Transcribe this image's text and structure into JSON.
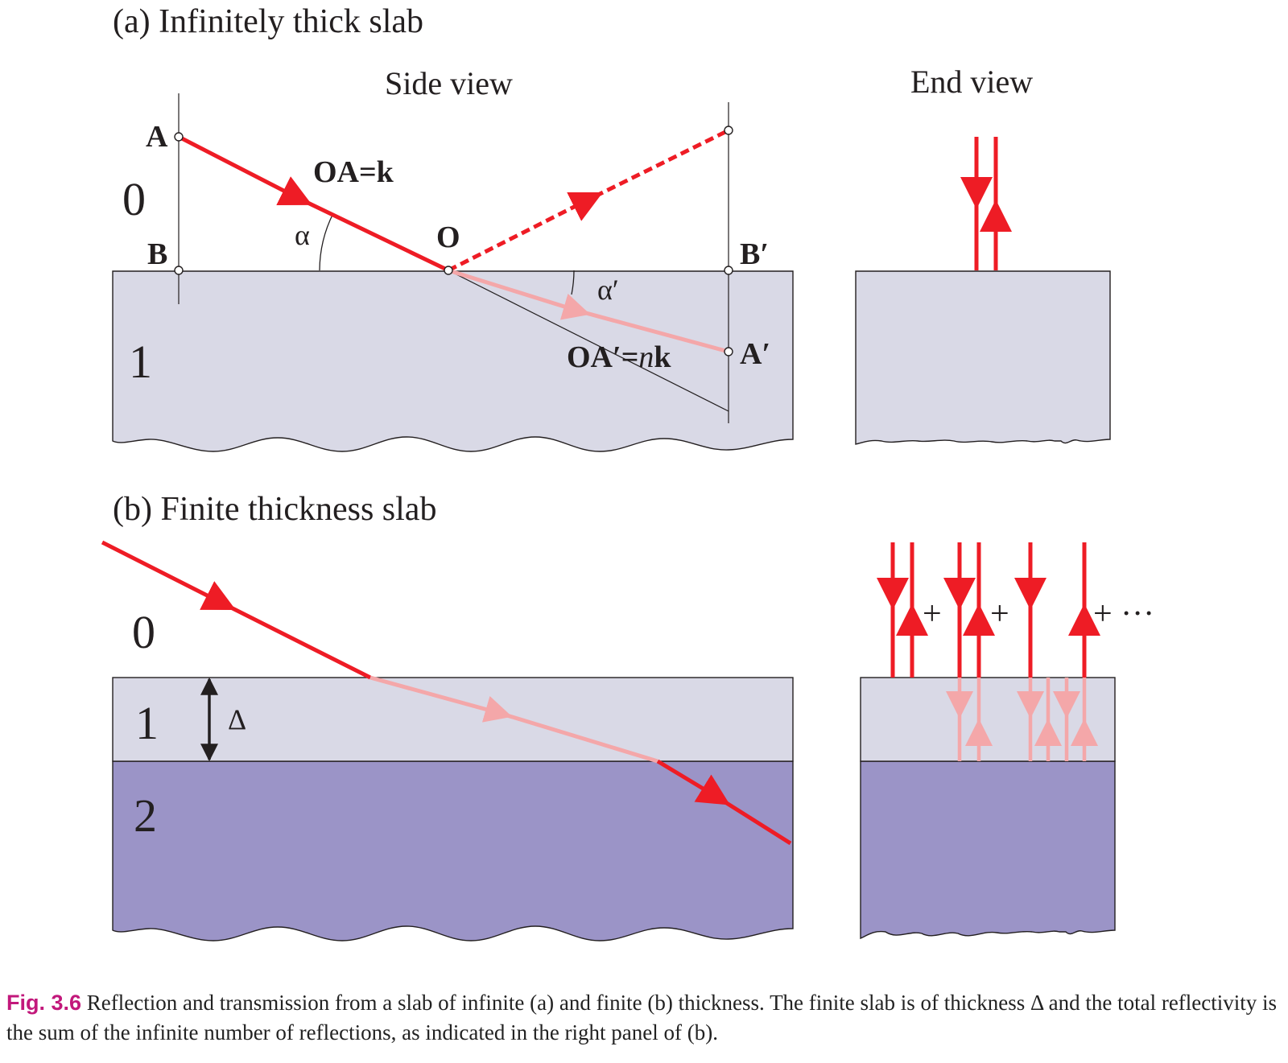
{
  "panel_a": {
    "title": "(a) Infinitely thick slab",
    "side_view_label": "Side view",
    "end_view_label": "End view",
    "medium_0": "0",
    "medium_1": "1",
    "point_A": "A",
    "point_B": "B",
    "point_O": "O",
    "point_B_prime": "B′",
    "point_A_prime": "A′",
    "incident_label": "OA=k",
    "transmitted_label_prefix": "OA′=",
    "transmitted_label_n": "n",
    "transmitted_label_k": "k",
    "angle_alpha": "α",
    "angle_alpha_prime": "α′"
  },
  "panel_b": {
    "title": "(b) Finite thickness slab",
    "medium_0": "0",
    "medium_1": "1",
    "medium_2": "2",
    "thickness_symbol": "Δ",
    "plus_1": "+",
    "plus_2": "+",
    "plus_3": "+ ···"
  },
  "caption": {
    "label": "Fig. 3.6",
    "text": " Reflection and transmission from a slab of infinite (a) and finite (b) thickness. The finite slab is of thickness Δ and the total reflectivity is the sum of the infinite number of reflections, as indicated in the right panel of (b)."
  },
  "colors": {
    "ray_red": "#ee1c25",
    "ray_pink": "#f4a7a9",
    "slab_light": "#d9d9e6",
    "slab_dark": "#9b94c7",
    "line_black": "#231f20"
  }
}
